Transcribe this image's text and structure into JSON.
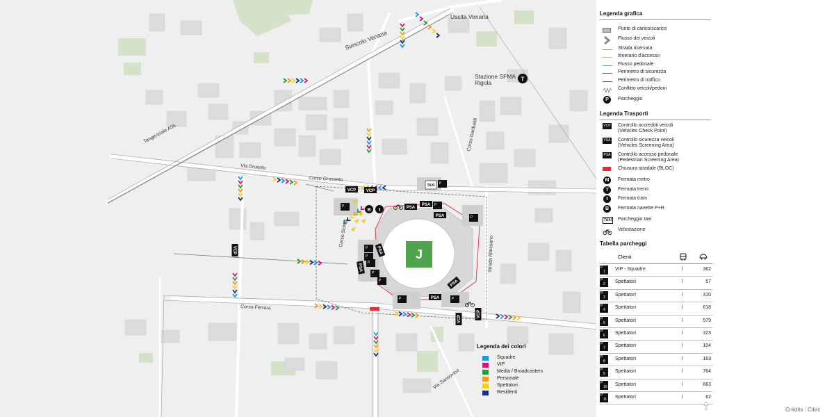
{
  "map_labels": {
    "uscita_venaria": "Uscita Venaria",
    "svincolo_venaria": "Svincolo Venaria",
    "stazione_line1": "Stazione SFMA",
    "stazione_line2": "Rigola",
    "tangenziale": "Tangenziale A55",
    "corso_garibaldi": "Corso Garibaldi",
    "via_druento": "Via Druento",
    "corso_grosseto": "Corso Grosseto",
    "corso_scirea": "Corso Scirea",
    "strada_altessano": "Strada Altessano",
    "corso_ferrara": "Corso Ferrara",
    "via_sansovino": "Via Sansovino"
  },
  "map_markers": {
    "vcp": "VCP",
    "psa": "PSA",
    "taxi": "TAXI",
    "p": "P",
    "train_glyph": "T",
    "bus_glyph": "B",
    "tram_glyph": "t"
  },
  "legend_grafica": {
    "title": "Legenda grafica",
    "items": [
      {
        "label": "Punto di carico/scarico",
        "icon": "loading-point"
      },
      {
        "label": "Flusso dei veicoli",
        "icon": "vehicle-flow-chevron"
      },
      {
        "label": "Strada riservata",
        "icon": "line",
        "color": "#8aa046"
      },
      {
        "label": "Itinerario d'accesso",
        "icon": "line",
        "color": "#b9c98a"
      },
      {
        "label": "Flusso pedonale",
        "icon": "line",
        "color": "#6fa89a"
      },
      {
        "label": "Perimetro di sicurezza",
        "icon": "line",
        "color": "#e0303a"
      },
      {
        "label": "Perimetro di traffico",
        "icon": "line",
        "color": "#555555"
      },
      {
        "label": "Conflitto veicoli/pedoni",
        "icon": "conflict-zigzag"
      },
      {
        "label": "Parcheggio",
        "icon": "parking-circle"
      }
    ]
  },
  "legend_trasporti": {
    "title": "Legenda Trasporti",
    "items": [
      {
        "badge": "VCP",
        "line1": "Controllo accreditti veicoli",
        "line2": "(Vehicles Check Point)"
      },
      {
        "badge": "VSA",
        "line1": "Controllo sicurezza veicoli",
        "line2": "(Vehicles Screening Area)"
      },
      {
        "badge": "PSA",
        "line1": "Controllo accesso pedonale",
        "line2": "(Pedestrian Screening Area)"
      },
      {
        "badge": "",
        "line1": "Chiusura stradale (BLOC)",
        "line2": "",
        "color": "#e0303a"
      },
      {
        "glyph": "M",
        "line1": "Fermata metro",
        "line2": ""
      },
      {
        "glyph": "T",
        "line1": "Fermata treno",
        "line2": ""
      },
      {
        "glyph": "t",
        "line1": "Fermata tram",
        "line2": ""
      },
      {
        "glyph": "B",
        "line1": "Fermata navette P+R",
        "line2": ""
      },
      {
        "badge": "TAXI",
        "line1": "Parcheggio taxi",
        "line2": ""
      },
      {
        "badge": "bike",
        "line1": "Velostazione",
        "line2": ""
      }
    ]
  },
  "parking_table": {
    "title": "Tabella parcheggi",
    "col_client": "Clienti",
    "rows": [
      {
        "num": "1",
        "client": "VIP - Squadre",
        "bus": "/",
        "cars": "362"
      },
      {
        "num": "2",
        "client": "Spettatori",
        "bus": "/",
        "cars": "57"
      },
      {
        "num": "3",
        "client": "Spettatori",
        "bus": "/",
        "cars": "310"
      },
      {
        "num": "4",
        "client": "Spettatori",
        "bus": "/",
        "cars": "618"
      },
      {
        "num": "5",
        "client": "Spettatori",
        "bus": "/",
        "cars": "579"
      },
      {
        "num": "6",
        "client": "Spettatori",
        "bus": "/",
        "cars": "323"
      },
      {
        "num": "7",
        "client": "Spettatori",
        "bus": "/",
        "cars": "104"
      },
      {
        "num": "8",
        "client": "Spettatori",
        "bus": "/",
        "cars": "163"
      },
      {
        "num": "9",
        "client": "Spettatori",
        "bus": "/",
        "cars": "764"
      },
      {
        "num": "10",
        "client": "Spettatori",
        "bus": "/",
        "cars": "663"
      },
      {
        "num": "11",
        "client": "Spettatori",
        "bus": "/",
        "cars": "62"
      }
    ]
  },
  "legend_colori": {
    "title": "Legenda dei colori",
    "items": [
      {
        "label": "Squadre",
        "color": "#1e9bd7"
      },
      {
        "label": "VIP",
        "color": "#d6157a"
      },
      {
        "label": "Media / Broadcasters",
        "color": "#2a9a3a"
      },
      {
        "label": "Personale",
        "color": "#f39a1e"
      },
      {
        "label": "Spettatori",
        "color": "#f2d21b"
      },
      {
        "label": "Residenti",
        "color": "#1b2f86"
      }
    ]
  },
  "credits": "Crédits : Citec",
  "colors": {
    "background": "#efefef",
    "road": "#ffffff",
    "building": "#dcdcdc",
    "green": "#cfe0c4",
    "security": "#e0303a"
  }
}
